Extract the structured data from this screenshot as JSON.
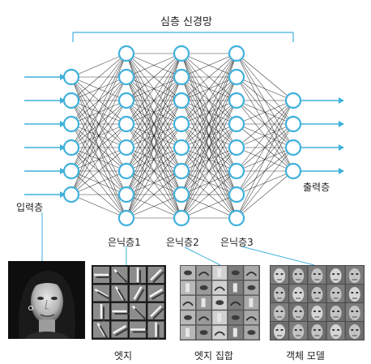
{
  "title": "심층 신경망",
  "labels": {
    "input_layer": "입력층",
    "output_layer": "출력층",
    "hidden_1": "은닉층1",
    "hidden_2": "은닉층2",
    "hidden_3": "은닉층3",
    "feature_edges": "엣지",
    "feature_edge_groups": "엣지 집합",
    "feature_object_models": "객체 모델"
  },
  "network": {
    "input_nodes": 6,
    "hidden_nodes": 8,
    "output_nodes": 4
  },
  "colors": {
    "node": "#3fb1dc",
    "bracket": "#3fb1dc",
    "connection": "#1a1a1a",
    "arrow": "#3fb1dc"
  }
}
